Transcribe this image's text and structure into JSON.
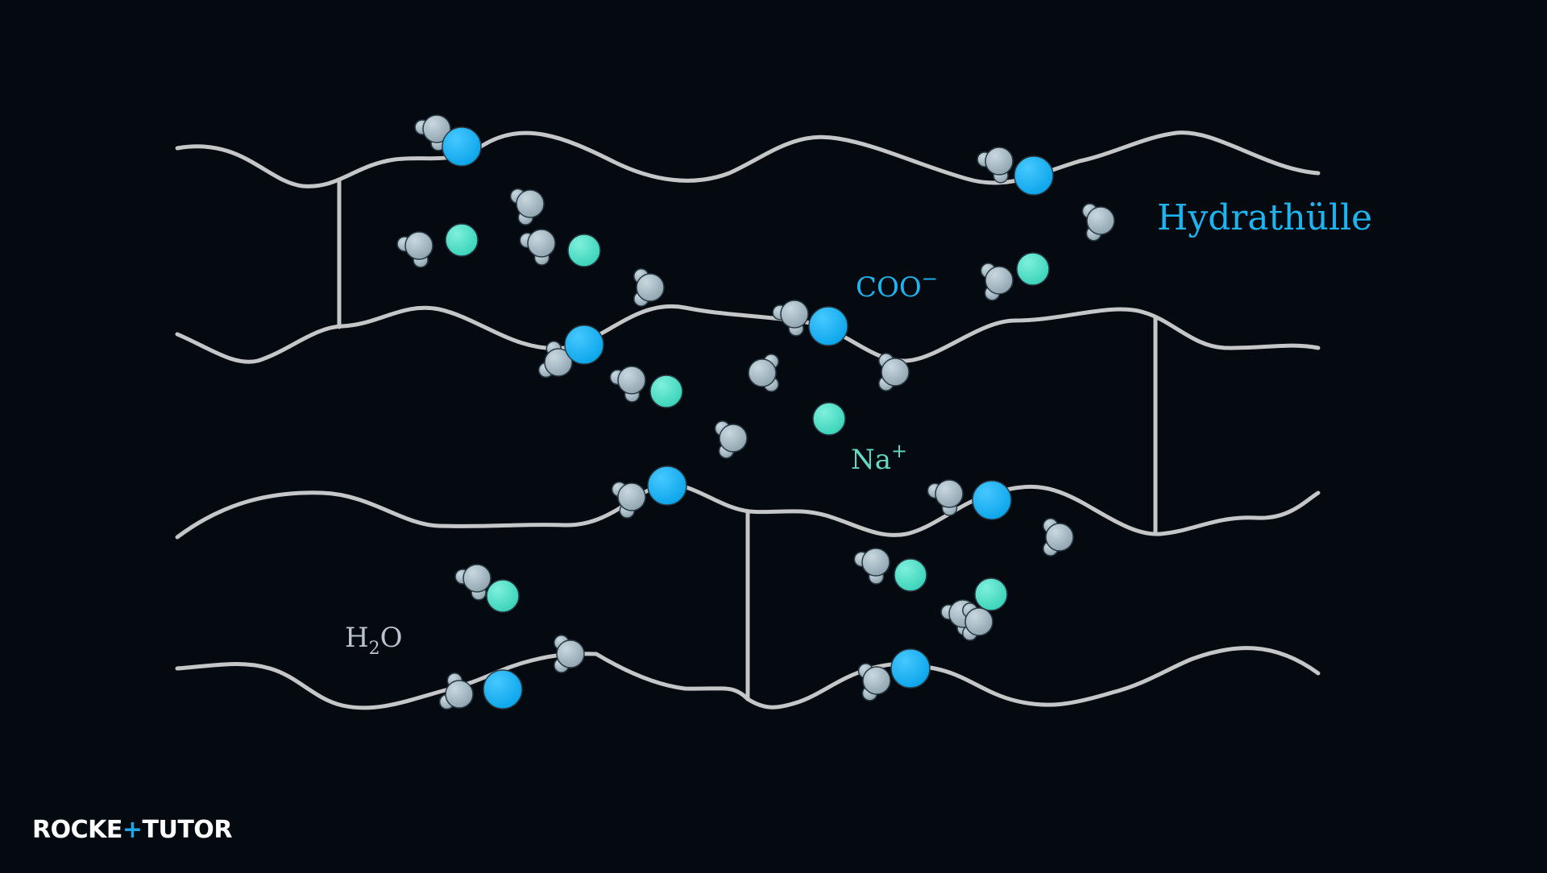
{
  "labels": {
    "hydration_shell": "Hydrathülle",
    "carboxylate_base": "COO",
    "carboxylate_charge": "−",
    "sodium_base": "Na",
    "sodium_charge": "+",
    "water_h": "H",
    "water_sub": "2",
    "water_o": "O"
  },
  "logo": {
    "part1": "ROCKE",
    "plus": "+",
    "part2": "TUTO",
    "part3": "R"
  },
  "colors": {
    "background": "#040a10",
    "chain": "#c4c6c7",
    "carboxylate": "#1eb4f0",
    "sodium": "#4fe0c8",
    "water": "#a2b6c1",
    "water_label": "#b9c4cc",
    "hydration_label": "#1eb4f0",
    "sodium_label": "#63d9c3",
    "logo_text": "#ffffff",
    "logo_accent": "#1ea6e8"
  }
}
